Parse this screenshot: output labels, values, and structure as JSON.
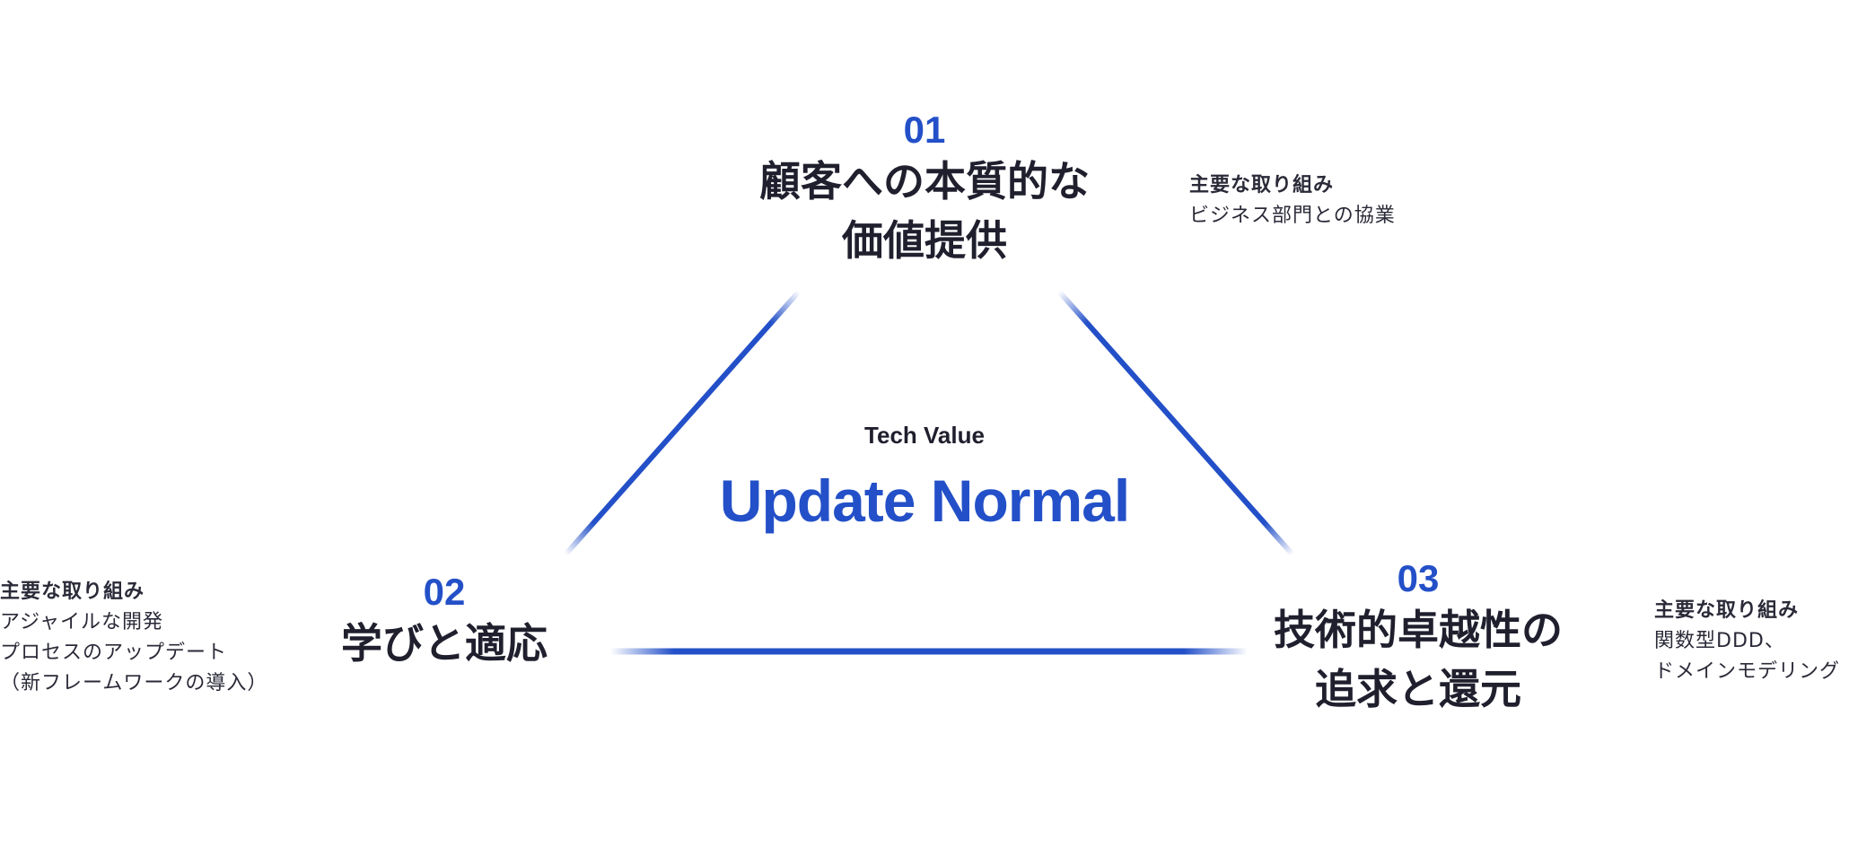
{
  "center": {
    "subtitle": "Tech Value",
    "title": "Update Normal"
  },
  "nodes": [
    {
      "number": "01",
      "title_lines": [
        "顧客への本質的な",
        "価値提供"
      ]
    },
    {
      "number": "02",
      "title_lines": [
        "学びと適応"
      ]
    },
    {
      "number": "03",
      "title_lines": [
        "技術的卓越性の",
        "追求と還元"
      ]
    }
  ],
  "initiatives": [
    {
      "heading": "主要な取り組み",
      "lines": [
        "ビジネス部門との協業"
      ]
    },
    {
      "heading": "主要な取り組み",
      "lines": [
        "アジャイルな開発",
        "プロセスのアップデート",
        "（新フレームワークの導入）"
      ]
    },
    {
      "heading": "主要な取り組み",
      "lines": [
        "関数型DDD、",
        "ドメインモデリング"
      ]
    }
  ],
  "colors": {
    "accent": "#2350c8",
    "text": "#1f1f2e"
  }
}
